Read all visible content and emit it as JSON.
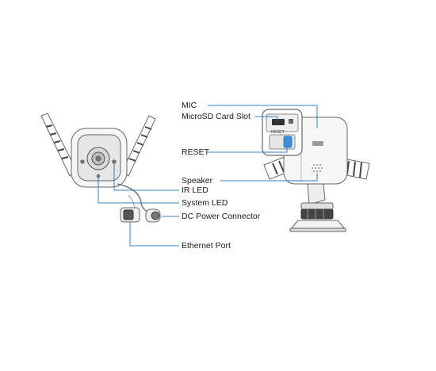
{
  "labels": {
    "mic": "MIC",
    "microsd": "MicroSD Card Slot",
    "reset": "RESET",
    "speaker": "Speaker",
    "ir_led": "IR LED",
    "system_led": "System LED",
    "dc_power": "DC Power Connector",
    "ethernet": "Ethernet Port"
  },
  "slot_text": {
    "reset_tag": "RESET"
  },
  "colors": {
    "leader": "#2f7fc1",
    "outline": "#666666",
    "body": "#f4f4f4",
    "dark": "#555555",
    "highlight": "#3a8fd6"
  }
}
